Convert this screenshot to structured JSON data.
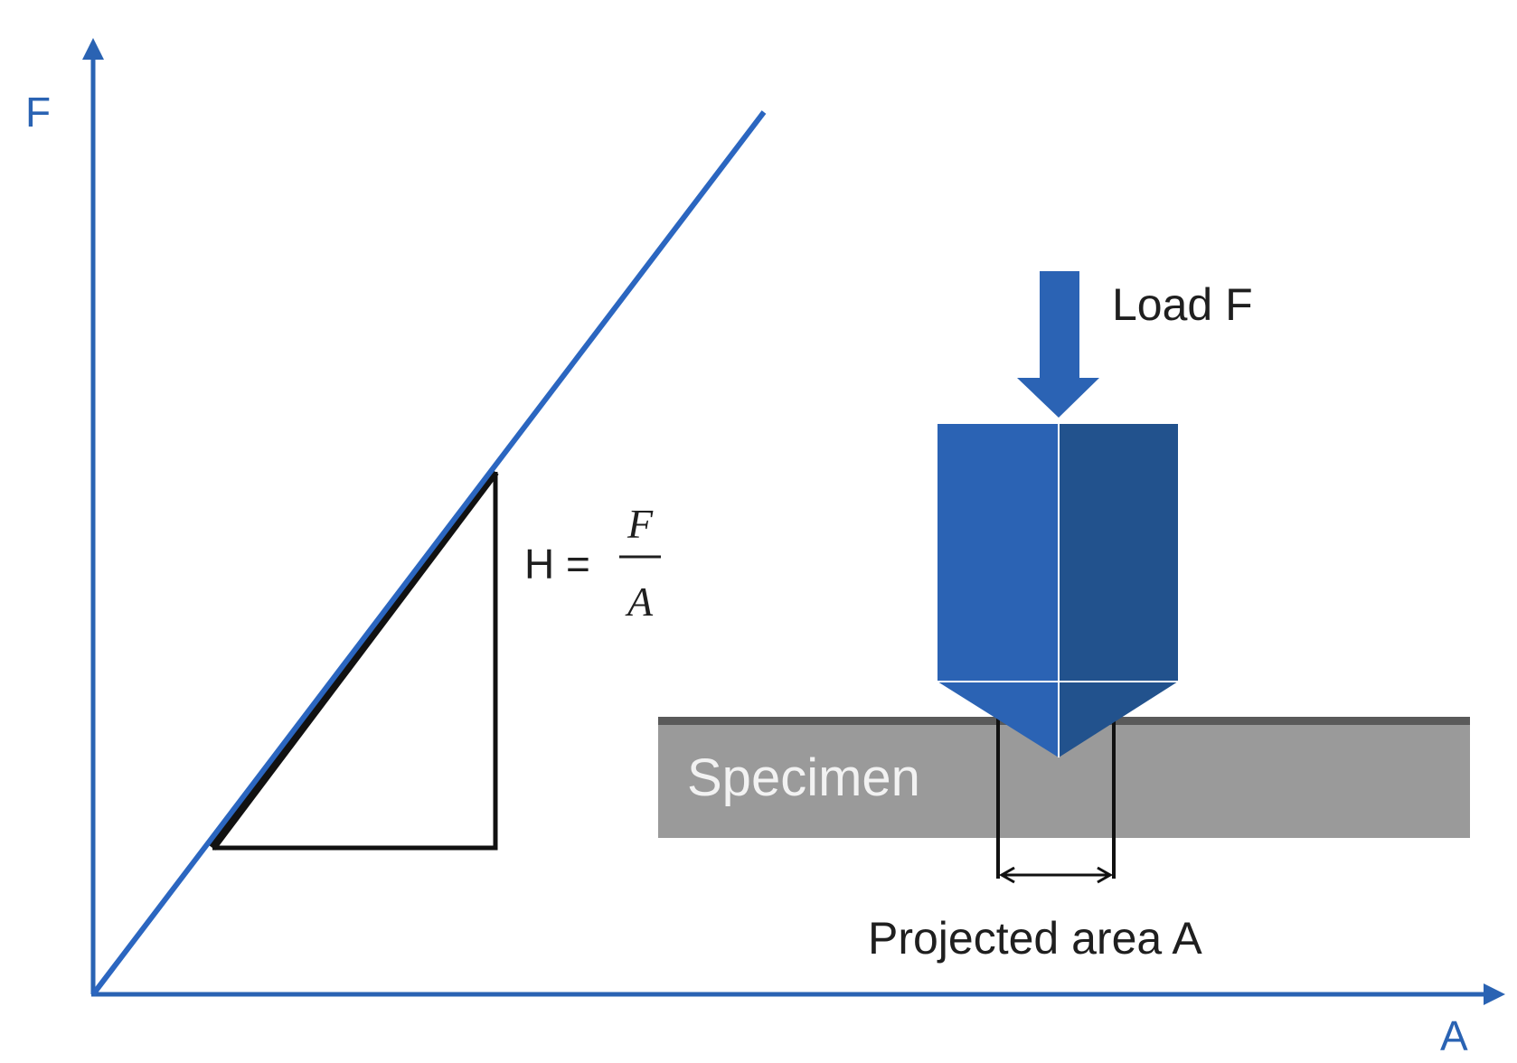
{
  "axes": {
    "y_label": "F",
    "x_label": "A"
  },
  "formula": {
    "lhs": "H =",
    "numerator": "F",
    "denominator": "A"
  },
  "indenter": {
    "load_label": "Load F"
  },
  "specimen": {
    "label": "Specimen"
  },
  "measurement": {
    "label": "Projected area A"
  },
  "colors": {
    "axis_blue": "#2a63b3",
    "line_blue": "#2b66c0",
    "indenter_light": "#2b63b4",
    "indenter_dark": "#22528d",
    "specimen_gray": "#9a9a9a",
    "specimen_top": "#5a5a5a",
    "text_dark": "#1f1f1f",
    "specimen_text": "#f2f2f2"
  }
}
